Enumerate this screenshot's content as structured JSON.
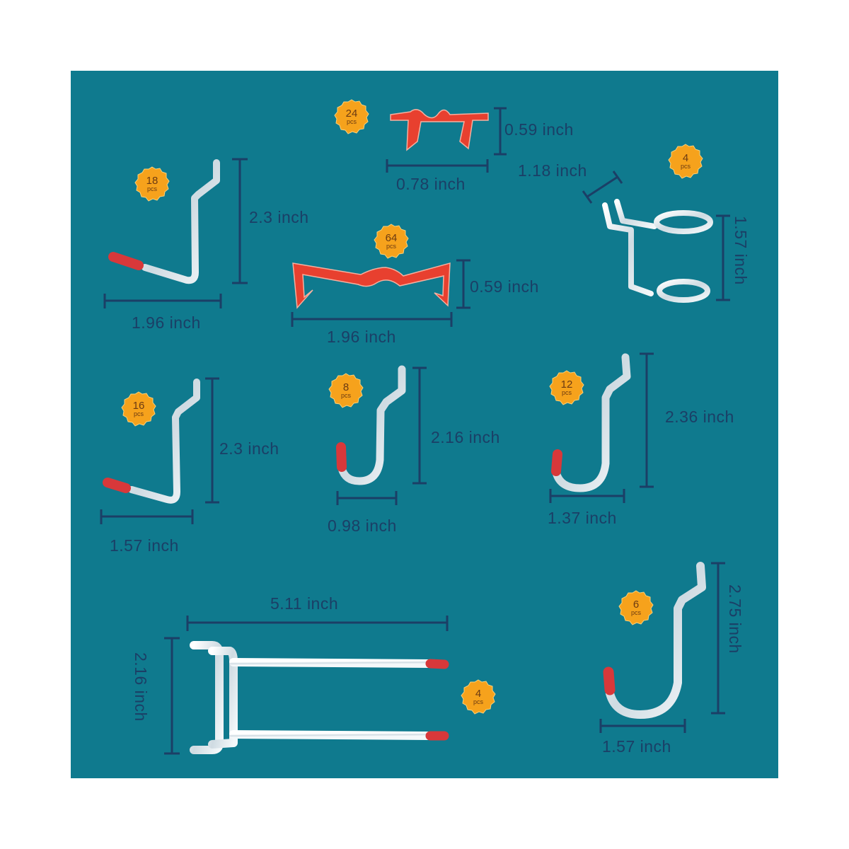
{
  "colors": {
    "background": "#0f7a8e",
    "dimension_text": "#1b3f66",
    "badge_fill": "#f6a21c",
    "clip_red": "#e8402f",
    "hook_silver": "#e6eef2",
    "tip_red": "#d8383a"
  },
  "items": [
    {
      "id": "hook-l-long",
      "badge": {
        "count": "18",
        "unit": "pcs"
      },
      "height": "2.3 inch",
      "width": "1.96 inch"
    },
    {
      "id": "clip-small",
      "badge": {
        "count": "24",
        "unit": "pcs"
      },
      "height": "0.59 inch",
      "width": "0.78 inch"
    },
    {
      "id": "ring-holder",
      "badge": {
        "count": "4",
        "unit": "pcs"
      },
      "width": "1.18 inch",
      "height": "1.57 inch"
    },
    {
      "id": "clip-large",
      "badge": {
        "count": "64",
        "unit": "pcs"
      },
      "height": "0.59 inch",
      "width": "1.96 inch"
    },
    {
      "id": "hook-l-short",
      "badge": {
        "count": "16",
        "unit": "pcs"
      },
      "height": "2.3 inch",
      "width": "1.57 inch"
    },
    {
      "id": "j-hook-small",
      "badge": {
        "count": "8",
        "unit": "pcs"
      },
      "height": "2.16 inch",
      "width": "0.98 inch"
    },
    {
      "id": "j-hook-medium",
      "badge": {
        "count": "12",
        "unit": "pcs"
      },
      "height": "2.36 inch",
      "width": "1.37 inch"
    },
    {
      "id": "double-hook",
      "badge": {
        "count": "4",
        "unit": "pcs"
      },
      "width": "5.11 inch",
      "height": "2.16 inch"
    },
    {
      "id": "j-hook-large",
      "badge": {
        "count": "6",
        "unit": "pcs"
      },
      "height": "2.75 inch",
      "width": "1.57 inch"
    }
  ]
}
